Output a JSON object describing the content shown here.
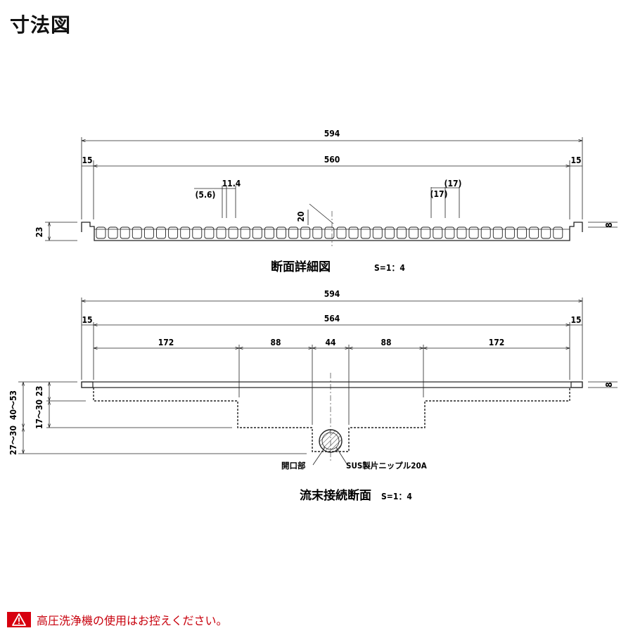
{
  "page_title": "寸法図",
  "warning": {
    "icon": "warning-triangle-icon",
    "text": "高圧洗浄機の使用はお控えください。",
    "color": "#d7000f"
  },
  "section_detail": {
    "caption": "断面詳細図",
    "scale": "S=1：4",
    "dims": {
      "overall": "594",
      "edge_left": "15",
      "inner": "560",
      "edge_right": "15",
      "pitch_small": "(5.6)",
      "bar": "11.4",
      "pitch_a": "(17)",
      "pitch_b": "(17)",
      "angle": "20",
      "height": "23",
      "flange": "8"
    }
  },
  "section_end": {
    "caption": "流末接続断面",
    "scale": "S=1：4",
    "dims": {
      "overall": "594",
      "edge_left": "15",
      "inner": "564",
      "edge_right": "15",
      "seg1": "172",
      "seg2": "88",
      "seg3": "44",
      "seg4": "88",
      "seg5": "172",
      "h1": "23",
      "h2": "40～53",
      "h3": "17～30",
      "h4": "27～30",
      "flange": "8"
    },
    "labels": {
      "opening": "開口部",
      "nipple": "SUS製片ニップル20A"
    }
  }
}
